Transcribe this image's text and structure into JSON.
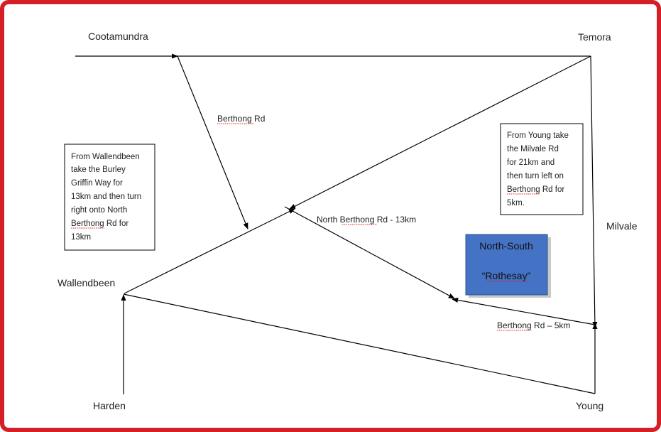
{
  "places": {
    "cootamundra": "Cootamundra",
    "temora": "Temora",
    "milvale": "Milvale",
    "wallendbeen": "Wallendbeen",
    "harden": "Harden",
    "young": "Young"
  },
  "roads": {
    "berthong_rd": "Berthong Rd",
    "north_berthong_rd": "North Berthong Rd - 13km",
    "berthong_rd_5km": "Berthong Rd – 5km"
  },
  "notes": {
    "wallendbeen_directions": [
      "From Wallendbeen",
      "take the Burley",
      "Griffin Way for",
      "13km and then turn",
      "right onto North",
      "Berthong Rd for",
      "13km"
    ],
    "young_directions": [
      "From Young take",
      "the Milvale Rd",
      "for 21km and",
      "then turn left on",
      "Berthong Rd for",
      "5km."
    ]
  },
  "destination": {
    "line1": "North-South",
    "line2": "“Rothesay”"
  },
  "colors": {
    "frame": "#d51f26",
    "destination_fill": "#4472c4",
    "destination_border": "#2f528f",
    "spellcheck": "#e02020"
  }
}
